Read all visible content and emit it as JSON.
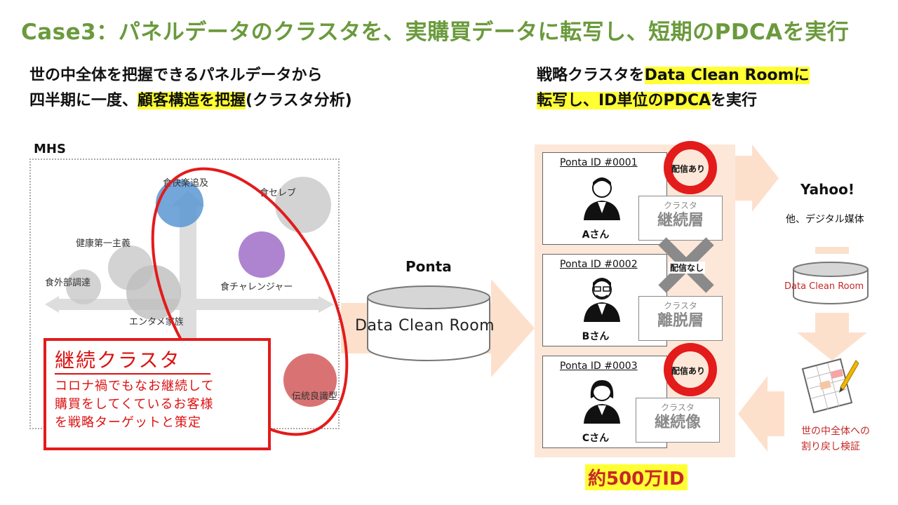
{
  "title": "Case3：パネルデータのクラスタを、実購買データに転写し、短期のPDCAを実行",
  "left_heading": {
    "line1": "世の中全体を把握できるパネルデータから",
    "line2_prefix": "四半期に一度、",
    "line2_highlight": "顧客構造を把握",
    "line2_suffix": "(クラスタ分析)"
  },
  "right_heading": {
    "line1_prefix": "戦略クラスタを",
    "line1_highlight": "Data Clean Roomに",
    "line2_highlight": "転写し、ID単位のPDCA",
    "line2_suffix": "を実行"
  },
  "mhs": {
    "label": "MHS",
    "bubbles": [
      {
        "label": "食快楽追及"
      },
      {
        "label": "食セレブ"
      },
      {
        "label": "健康第一主義"
      },
      {
        "label": "食外部調達"
      },
      {
        "label": "食チャレンジャー"
      },
      {
        "label": "エンタメ家族"
      },
      {
        "label": "伝統良識型"
      }
    ]
  },
  "cluster": {
    "title": "継続クラスタ",
    "desc_line1": "コロナ禍でもなお継続して",
    "desc_line2": "購買をしてくているお客様",
    "desc_line3": "を戦略ターゲットと策定"
  },
  "ponta": {
    "label": "Ponta",
    "db_label": "Data Clean Room"
  },
  "cards": [
    {
      "id": "Ponta ID #0001",
      "name": "Aさん",
      "delivery": "配信あり",
      "layer_small": "クラスタ",
      "layer_main": "継続層"
    },
    {
      "id": "Ponta ID #0002",
      "name": "Bさん",
      "delivery": "配信なし",
      "layer_small": "クラスタ",
      "layer_main": "離脱層"
    },
    {
      "id": "Ponta ID #0003",
      "name": "Cさん",
      "delivery": "配信あり",
      "layer_small": "クラスタ",
      "layer_main": "継続像"
    }
  ],
  "total_ids": "約500万ID",
  "yahoo": "Yahoo!",
  "media": "他、デジタル媒体",
  "dcr_small": "Data Clean Room",
  "verify_line1": "世の中全体への",
  "verify_line2": "割り戻し検証",
  "colors": {
    "title": "#6a9a3c",
    "highlight": "#ffff33",
    "red": "#e31b1b",
    "arrow": "#fde0cc"
  }
}
